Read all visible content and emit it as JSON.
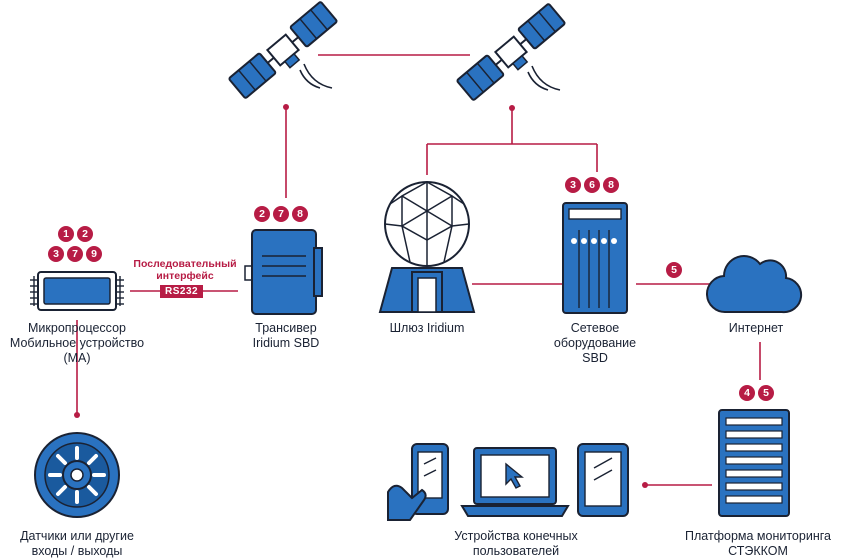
{
  "colors": {
    "line": "#b71c45",
    "device_blue": "#2a72c0",
    "outline": "#1a2233"
  },
  "nodes": {
    "microprocessor": {
      "label": "Микропроцессор\nМобильное устройство\n(МА)",
      "badges": [
        "1",
        "2",
        "3",
        "7",
        "9"
      ]
    },
    "transceiver": {
      "label": "Трансивер\nIridium SBD",
      "badges": [
        "2",
        "7",
        "8"
      ]
    },
    "gateway": {
      "label": "Шлюз Iridium"
    },
    "network": {
      "label": "Сетевое\nоборудование\nSBD",
      "badges": [
        "3",
        "6",
        "8"
      ]
    },
    "internet": {
      "label": "Интернет",
      "badge": "5"
    },
    "platform": {
      "label": "Платформа мониторинга\nСТЭККОМ",
      "badges": [
        "4",
        "5"
      ]
    },
    "sensors": {
      "label": "Датчики или другие\nвходы / выходы"
    },
    "end_devices": {
      "label": "Устройства конечных\nпользователей"
    }
  },
  "interface": {
    "title": "Последовательный\nинтерфейс",
    "port": "RS232"
  },
  "icons": [
    "satellite-icon",
    "chip-icon",
    "transceiver-icon",
    "gateway-dome-icon",
    "server-rack-icon",
    "cloud-icon",
    "sensor-wheel-icon",
    "phone-hand-icon",
    "laptop-icon",
    "tablet-icon"
  ]
}
